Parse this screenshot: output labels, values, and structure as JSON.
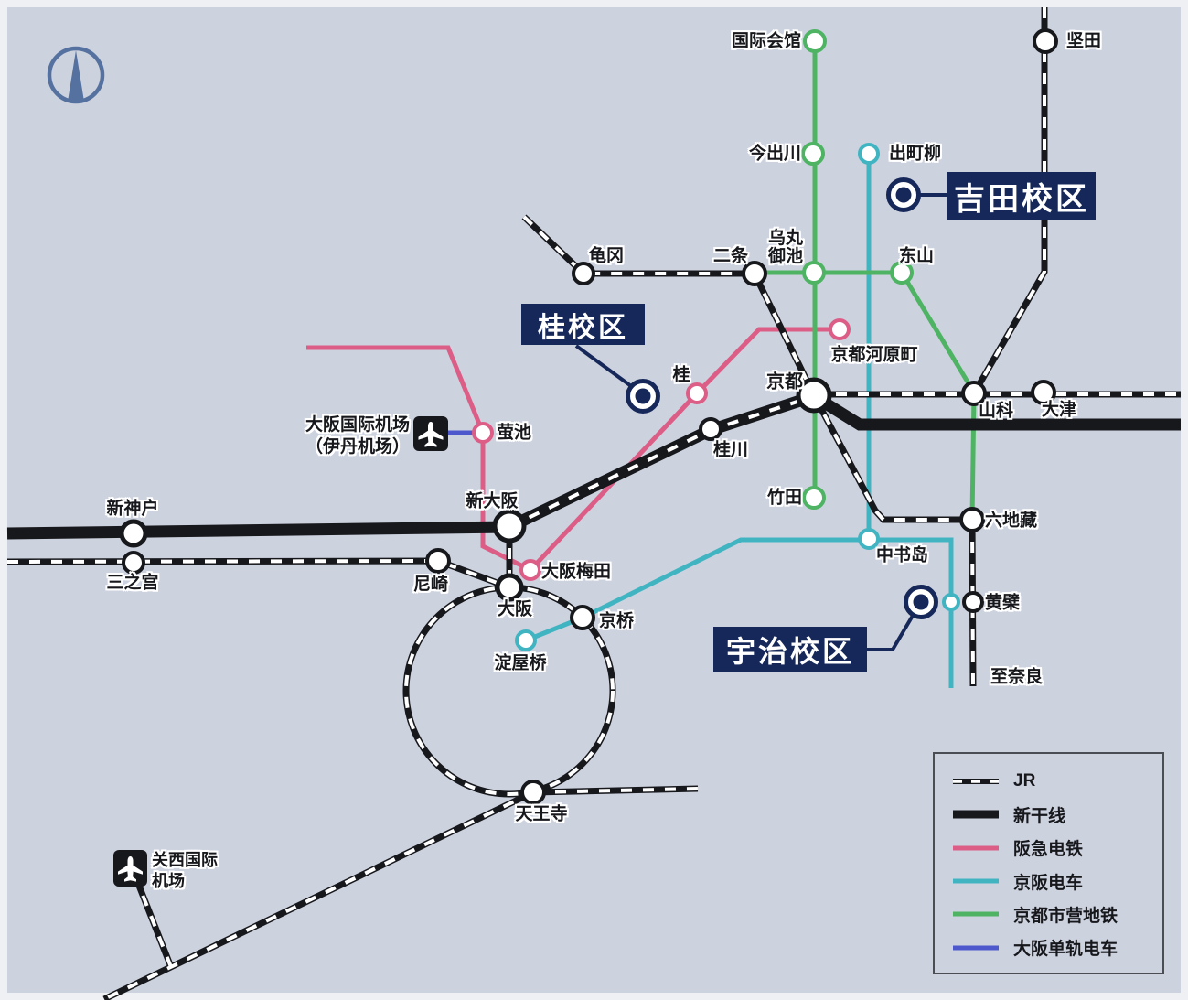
{
  "map": {
    "colors": {
      "background": "#cdd2df",
      "frame": "#eef0f4",
      "campus_navy": "#16285a",
      "jr_black": "#17181c",
      "hankyu_pink": "#dc5e86",
      "keihan_teal": "#41b4c2",
      "subway_green": "#4eb463",
      "monorail_blue": "#4c58cb",
      "compass_blue": "#54719f"
    }
  },
  "campuses": {
    "yoshida": "吉田校区",
    "katsura": "桂校区",
    "uji": "宇治校区"
  },
  "stations": {
    "kokusaikaikan": "国际会馆",
    "imadegawa": "今出川",
    "demachiyanagi": "出町柳",
    "katata": "坚田",
    "kameoka": "龟冈",
    "nijo": "二条",
    "karasuma_oike": "乌丸\n御池",
    "higashiyama": "东山",
    "kyoto_kawaramachi": "京都河原町",
    "katsura_sta": "桂",
    "kyoto": "京都",
    "yamashina": "山科",
    "otsu": "大津",
    "takeda": "竹田",
    "katsuragawa": "桂川",
    "shin_osaka": "新大阪",
    "shin_kobe": "新神户",
    "sannomiya": "三之宫",
    "amagasaki": "尼崎",
    "osaka": "大阪",
    "osaka_umeda": "大阪梅田",
    "hotarugaike": "萤池",
    "yodoyabashi": "淀屋桥",
    "kyobashi": "京桥",
    "tennoji": "天王寺",
    "chushojima": "中书岛",
    "rokujizo": "六地藏",
    "obaku": "黄檗",
    "to_nara": "至奈良"
  },
  "airports": {
    "itami": "大阪国际机场\n（伊丹机场）",
    "kansai": "关西国际\n机场"
  },
  "legend": {
    "items": [
      {
        "id": "jr",
        "label": "JR",
        "color": "#17181c",
        "style": "dashed"
      },
      {
        "id": "shinkansen",
        "label": "新干线",
        "color": "#17181c",
        "style": "thick"
      },
      {
        "id": "hankyu",
        "label": "阪急电铁",
        "color": "#dc5e86",
        "style": "solid"
      },
      {
        "id": "keihan",
        "label": "京阪电车",
        "color": "#41b4c2",
        "style": "solid"
      },
      {
        "id": "kyoto_subway",
        "label": "京都市营地铁",
        "color": "#4eb463",
        "style": "solid"
      },
      {
        "id": "monorail",
        "label": "大阪单轨电车",
        "color": "#4c58cb",
        "style": "solid"
      }
    ]
  }
}
